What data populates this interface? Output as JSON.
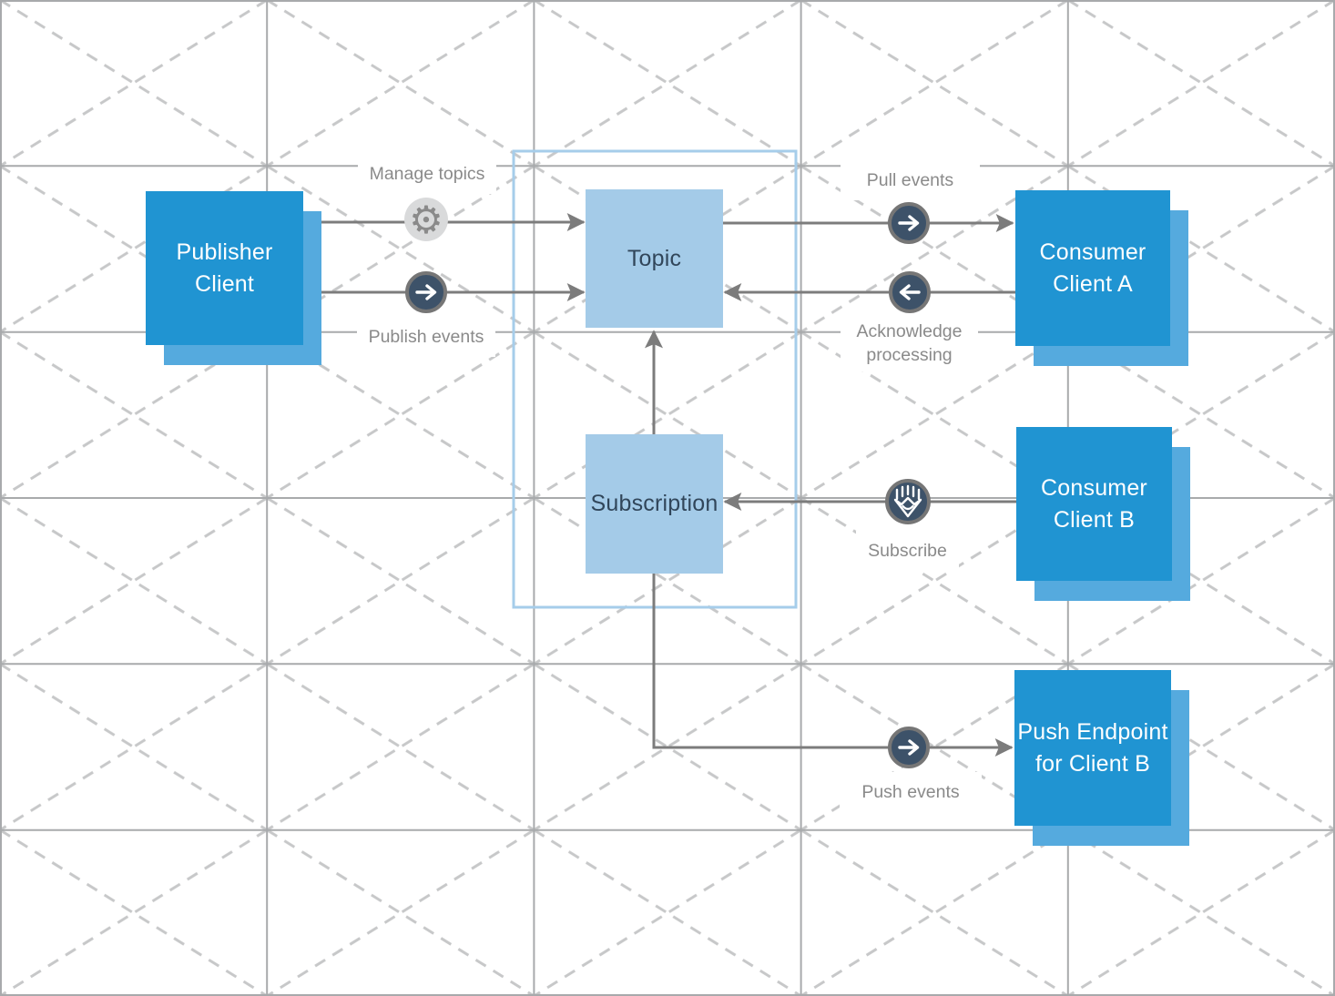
{
  "nodes": {
    "publisher_client": {
      "line1": "Publisher",
      "line2": "Client"
    },
    "topic": {
      "line1": "Topic"
    },
    "subscription": {
      "line1": "Subscription"
    },
    "consumer_client_a": {
      "line1": "Consumer",
      "line2": "Client A"
    },
    "consumer_client_b": {
      "line1": "Consumer",
      "line2": "Client B"
    },
    "push_endpoint": {
      "line1": "Push Endpoint",
      "line2": "for Client B"
    }
  },
  "edge_labels": {
    "manage_topics": "Manage topics",
    "publish_events": "Publish events",
    "pull_events": "Pull events",
    "acknowledge_line1": "Acknowledge",
    "acknowledge_line2": "processing",
    "subscribe": "Subscribe",
    "push_events": "Push events"
  },
  "icons": {
    "manage_topics": "gear-icon",
    "publish_events": "arrow-right-icon",
    "pull_events": "arrow-right-icon",
    "acknowledge": "arrow-left-icon",
    "subscribe": "subscribe-icon",
    "push_events": "arrow-right-icon",
    "gear_glyph": "⚙"
  },
  "colors": {
    "node_fill": "#2094d2",
    "node_shadow": "#55aade",
    "pubsub_box_fill": "#a4cbe8",
    "pubsub_container_border": "#a6cdea",
    "icon_circle_fill": "#3d5269",
    "icon_circle_border": "#767676",
    "arrow_line": "#7c7c7c",
    "label_text": "#8a8a8a",
    "node_text": "#ffffff",
    "pubsub_text": "#31465a",
    "grid_solid": "#a8aaac",
    "grid_dashed": "#c7c8c9",
    "background": "#ffffff"
  }
}
